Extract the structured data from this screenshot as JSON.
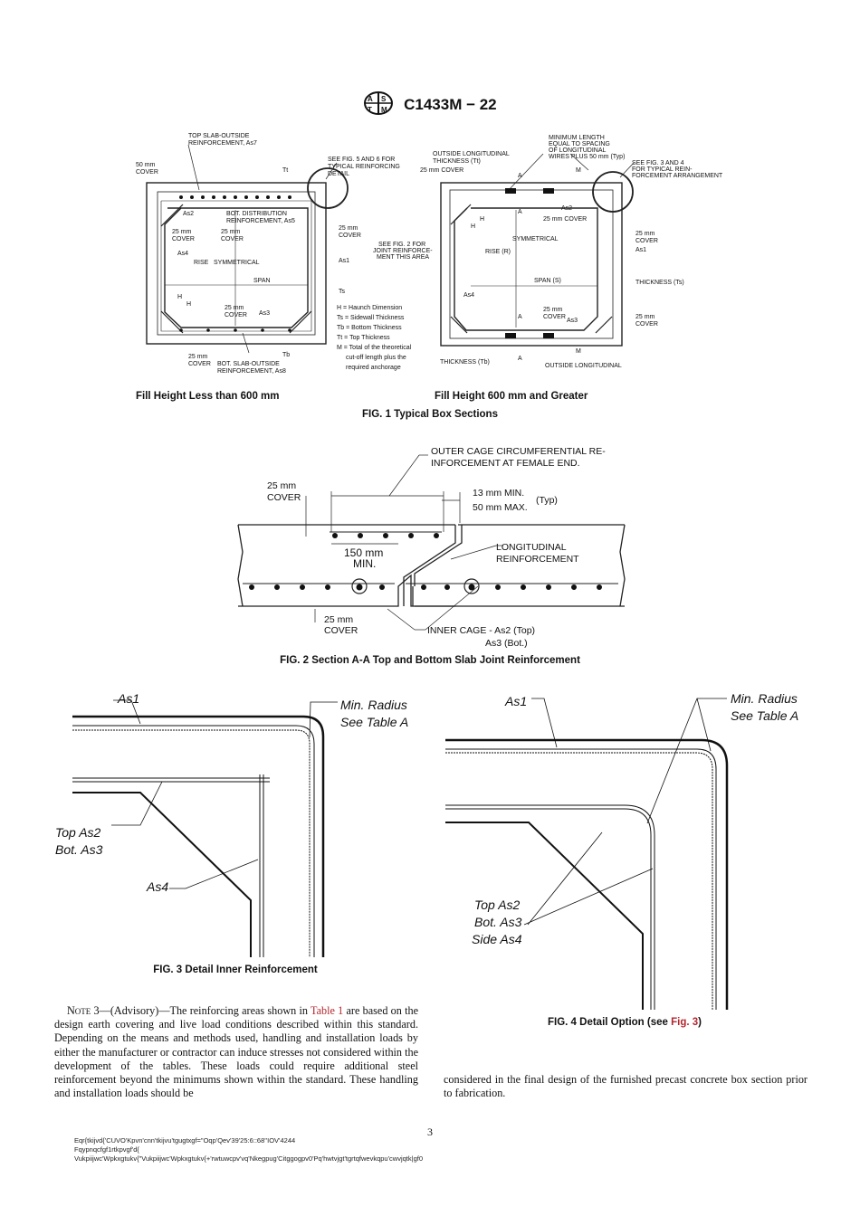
{
  "header": {
    "designation": "C1433M − 22"
  },
  "fig1": {
    "caption": "FIG. 1 Typical Box Sections",
    "left_caption": "Fill Height Less than 600 mm",
    "right_caption": "Fill Height 600 mm and Greater",
    "left_labels": {
      "top_slab": "TOP SLAB-OUTSIDE",
      "top_slab2": "REINFORCEMENT, As7",
      "cover50": "50 mm",
      "cover50b": "COVER",
      "tt": "Tt",
      "see56": "SEE FIG. 5 AND 6 FOR",
      "see56b": "TYPICAL REINFORCING",
      "see56c": "DETAIL",
      "as2": "As2",
      "botdist": "BOT. DISTRIBUTION",
      "botdist2": "REINFORCEMENT, As5",
      "cov25a": "25 mm",
      "cov25a2": "COVER",
      "cov25b": "25 mm",
      "cov25b2": "COVER",
      "cov25c": "25 mm",
      "cov25c2": "COVER",
      "as4": "As4",
      "rise": "RISE",
      "symmetrical": "SYMMETRICAL",
      "as1": "As1",
      "span": "SPAN",
      "ts": "Ts",
      "h1": "H",
      "h2": "H",
      "cov25d": "25 mm",
      "cov25d2": "COVER",
      "as3": "As3",
      "tb": "Tb",
      "cov25e": "25 mm",
      "cov25e2": "COVER",
      "botslab": "BOT. SLAB-OUTSIDE",
      "botslab2": "REINFORCEMENT, As8",
      "legend": [
        "H  = Haunch Dimension",
        "Ts = Sidewall Thickness",
        "Tb = Bottom Thickness",
        "Tt = Top Thickness",
        "M  = Total of the theoretical",
        "cut-off length plus the",
        "required anchorage"
      ]
    },
    "right_labels": {
      "outside_long": "OUTSIDE LONGITUDINAL",
      "outside_long2": "THICKNESS (Tt)",
      "cov25": "25 mm COVER",
      "min_len": "MINIMUM LENGTH",
      "min_len2": "EQUAL TO SPACING",
      "min_len3": "OF LONGITUDINAL",
      "min_len4": "WIRES PLUS 50 mm (Typ)",
      "m": "M",
      "see34": "SEE FIG. 3 AND 4",
      "see34b": "FOR TYPICAL REIN-",
      "see34c": "FORCEMENT ARRANGEMENT",
      "a1": "A",
      "a2": "A",
      "as2": "As2",
      "cov25r": "25 mm COVER",
      "h1": "H",
      "h2": "H",
      "see2": "SEE FIG. 2 FOR",
      "see2b": "JOINT REINFORCE-",
      "see2c": "MENT THIS AREA",
      "rise": "RISE (R)",
      "symmetrical": "SYMMETRICAL",
      "cov25s": "25 mm",
      "cov25s2": "COVER",
      "as1": "As1",
      "as4": "As4",
      "span": "SPAN (S)",
      "thick": "THICKNESS (Ts)",
      "cov25t": "25 mm",
      "cov25t2": "COVER",
      "as3": "As3",
      "cov25u": "25 mm",
      "cov25u2": "COVER",
      "a3": "A",
      "a4": "A",
      "m2": "M",
      "tb": "THICKNESS (Tb)",
      "outside_long_b": "OUTSIDE LONGITUDINAL"
    }
  },
  "fig2": {
    "caption": "FIG. 2 Section A-A Top and Bottom Slab Joint Reinforcement",
    "outer1": "OUTER CAGE CIRCUMFERENTIAL RE-",
    "outer2": "INFORCEMENT AT FEMALE END.",
    "cov1": "25 mm",
    "cov1b": "COVER",
    "min13": "13 mm MIN.",
    "max50": "50 mm MAX.",
    "typ": "(Typ)",
    "min150": "150 mm",
    "min150b": "MIN.",
    "long1": "LONGITUDINAL",
    "long2": "REINFORCEMENT",
    "cov2": "25 mm",
    "cov2b": "COVER",
    "inner1": "INNER CAGE - As2 (Top)",
    "inner2": "As3 (Bot.)"
  },
  "fig3": {
    "caption": "FIG. 3 Detail Inner Reinforcement",
    "as1": "As1",
    "minr": "Min. Radius",
    "seet": "See Table A",
    "top": "Top As2",
    "bot": "Bot. As3",
    "as4": "As4"
  },
  "fig4": {
    "caption_pre": "FIG. 4 Detail Option (see ",
    "caption_link": "Fig. 3",
    "caption_post": ")",
    "as1": "As1",
    "minr": "Min. Radius",
    "seet": "See Table A",
    "top": "Top As2",
    "bot": "Bot. As3",
    "side": "Side As4"
  },
  "note": {
    "label": "Note 3",
    "text_a": "—(Advisory)—The reinforcing areas shown in ",
    "link": "Table 1",
    "text_b": " are based on the design earth covering and live load conditions described within this standard. Depending on the means and methods used, handling and installation loads by either the manufacturer or contractor can induce stresses not considered within the development of the tables. These loads could require additional steel reinforcement beyond the minimums shown within the standard. These handling and installation loads should be",
    "continued": "considered in the final design of the furnished precast concrete box section prior to fabrication."
  },
  "page_number": "3",
  "footer": [
    "Eqr{tkijvd{'CUVO'Kpvn'cnn'tkijvu'tgugtxgf=\"Oqp'Qev'39'25:6::68''IOV'4244",
    "Fqypnqcfgf1rtkpvgf'd{",
    "Vukpiijwc'Wpkxgtukv{\"Vukpiijwc'Wpkxgtukv{+'rwtuwcpv'vq'Nkegpug'Citggogpv0'Pq'hwtvjgt'tgrtqfwevkqpu'cwvjqtk|gf0"
  ]
}
